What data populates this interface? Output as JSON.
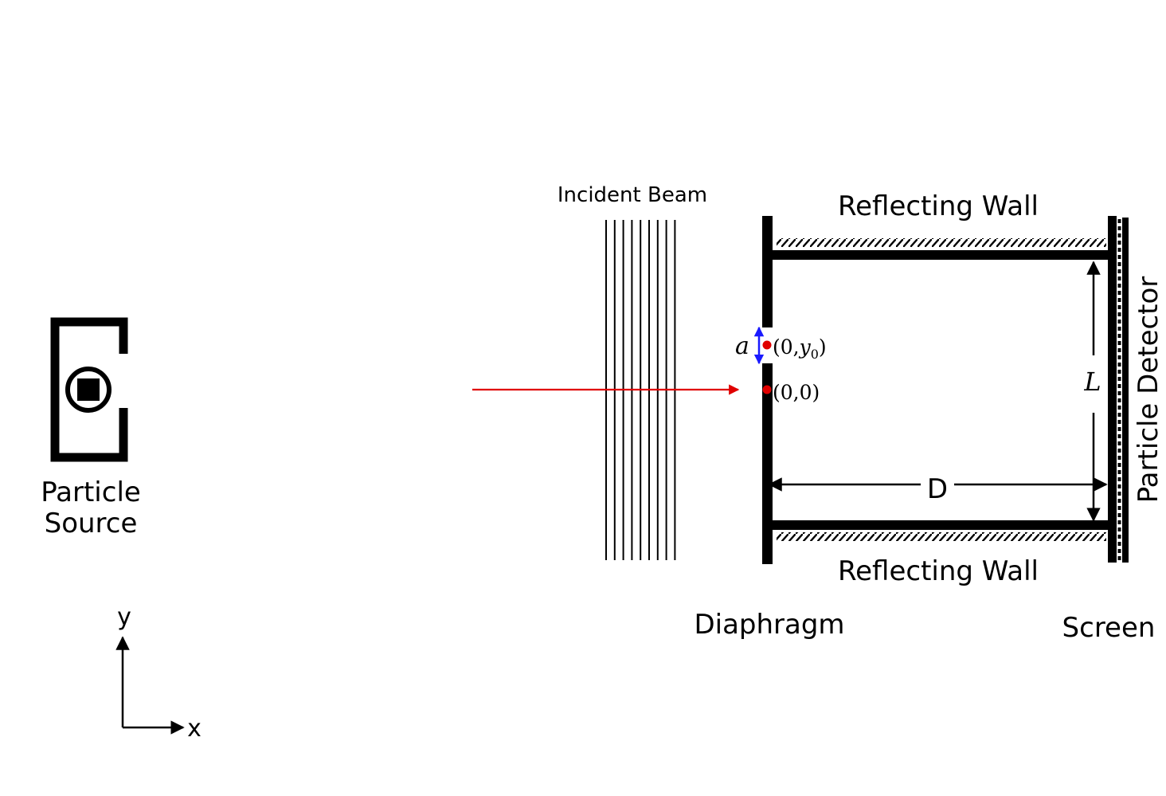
{
  "labels": {
    "particle_source_line1": "Particle",
    "particle_source_line2": "Source",
    "incident_beam": "Incident Beam",
    "reflecting_wall_top": "Reflecting Wall",
    "reflecting_wall_bottom": "Reflecting Wall",
    "diaphragm": "Diaphragm",
    "screen": "Screen",
    "particle_detector": "Particle Detector",
    "distance_D": "D",
    "length_L": "L",
    "slit_width_a": "a",
    "point_y0_prefix": "(0,",
    "point_y0_var": "y",
    "point_y0_sub": "0",
    "point_y0_suffix": ")",
    "point_origin": "(0,0)",
    "axis_x": "x",
    "axis_y": "y"
  },
  "colors": {
    "ink": "#000000",
    "beam_arrow": "#e00000",
    "marker": "#e00000",
    "slit_arrow": "#1a1aff"
  },
  "beam_line_count": 9
}
